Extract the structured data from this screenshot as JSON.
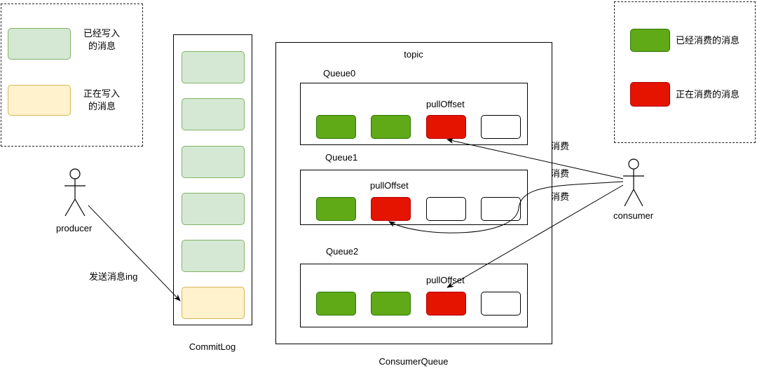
{
  "colors": {
    "consumed_fill": "#60a917",
    "consuming_fill": "#e51400",
    "written_fill": "#d5e8d4",
    "writing_fill": "#fff2cc"
  },
  "legend_left": {
    "written_label_1": "已经写入",
    "written_label_2": "的消息",
    "writing_label_1": "正在写入",
    "writing_label_2": "的消息"
  },
  "legend_right": {
    "consumed_label": "已经消费的消息",
    "consuming_label": "正在消费的消息"
  },
  "producer": {
    "label": "producer",
    "edge_label": "发送消息ing"
  },
  "consumer": {
    "label": "consumer",
    "edge_labels": [
      "消费",
      "消费",
      "消费"
    ]
  },
  "commitlog": {
    "label": "CommitLog",
    "cells": [
      "written",
      "written",
      "written",
      "written",
      "written",
      "writing"
    ]
  },
  "consumer_queue": {
    "label": "ConsumerQueue",
    "topic": "topic",
    "queues": [
      {
        "name": "Queue0",
        "pointer": "pullOffset",
        "cells": [
          "consumed",
          "consumed",
          "consuming",
          "empty"
        ]
      },
      {
        "name": "Queue1",
        "pointer": "pullOffset",
        "cells": [
          "consumed",
          "consuming",
          "empty",
          "empty"
        ]
      },
      {
        "name": "Queue2",
        "pointer": "pullOffset",
        "cells": [
          "consumed",
          "consumed",
          "consuming",
          "empty"
        ]
      }
    ]
  }
}
